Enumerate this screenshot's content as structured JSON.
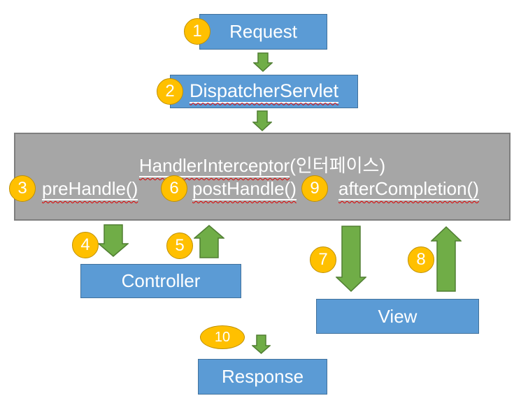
{
  "colors": {
    "box_fill": "#5B9BD5",
    "box_border": "#41719C",
    "panel_fill": "#A6A6A6",
    "panel_border": "#7F7F7F",
    "arrow_fill": "#70AD47",
    "arrow_border": "#507E32",
    "badge_fill": "#FFC000",
    "badge_border": "#BF9000",
    "label_text": "#FFFFFF",
    "spellcheck_squiggle": "#E00000"
  },
  "flow": {
    "request": {
      "step": "1",
      "label": "Request"
    },
    "dispatcher_servlet": {
      "step": "2",
      "label": "DispatcherServlet"
    },
    "handler_interceptor": {
      "title": "HandlerInterceptor",
      "title_suffix": "(인터페이스)",
      "methods": [
        {
          "step": "3",
          "label": "preHandle()"
        },
        {
          "step": "6",
          "label": "postHandle()"
        },
        {
          "step": "9",
          "label": "afterCompletion()"
        }
      ]
    },
    "controller": {
      "label": "Controller",
      "step_in": "4",
      "step_out": "5"
    },
    "view": {
      "label": "View",
      "step_in": "7",
      "step_out": "8"
    },
    "response": {
      "step": "10",
      "label": "Response"
    }
  }
}
